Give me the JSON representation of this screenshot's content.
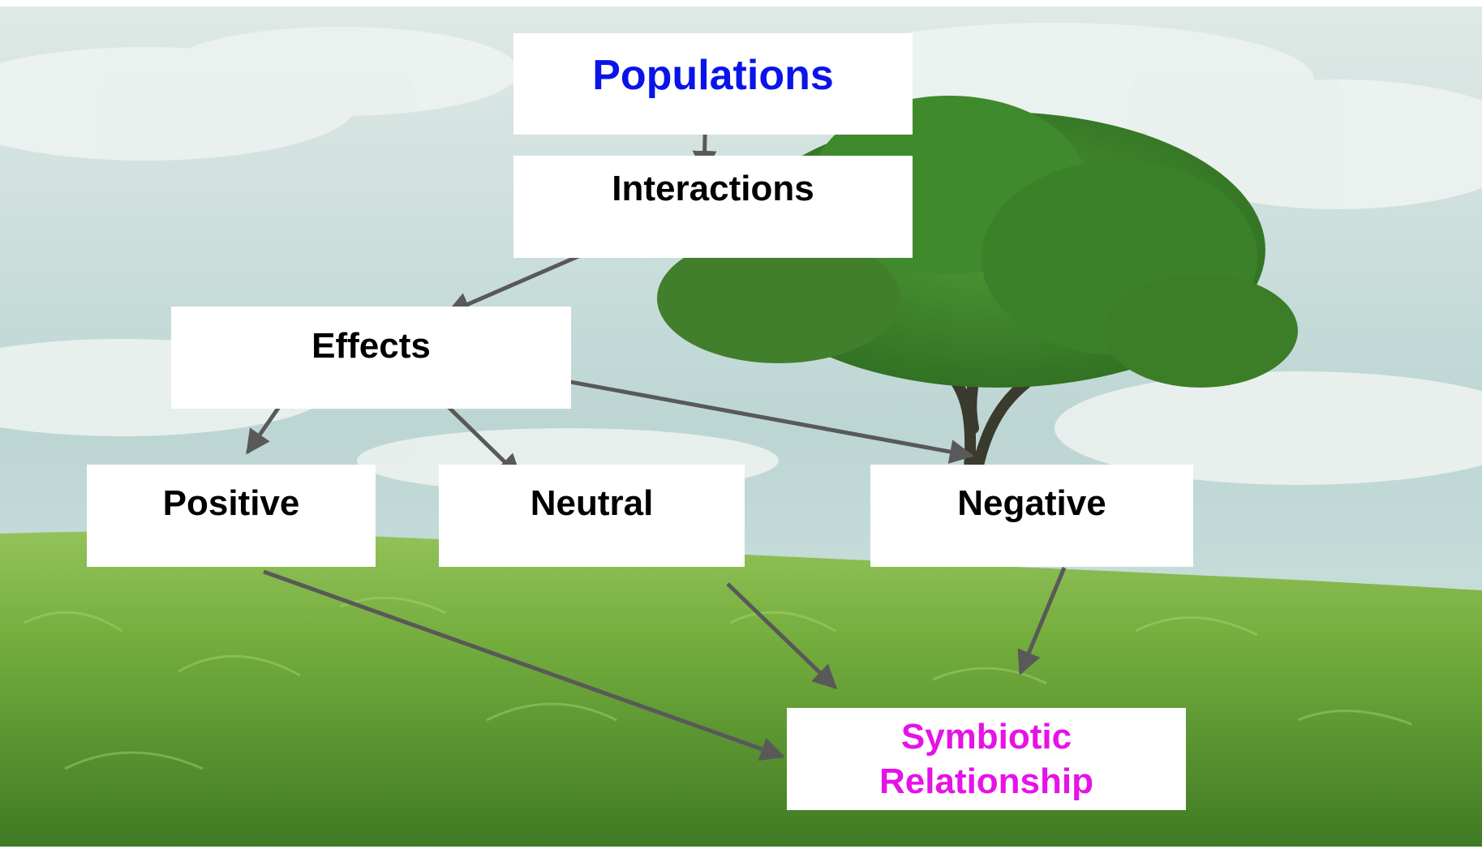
{
  "diagram": {
    "nodes": {
      "populations": {
        "label": "Populations",
        "color": "#0a14e8"
      },
      "interactions": {
        "label": "Interactions",
        "color": "#000000"
      },
      "effects": {
        "label": "Effects",
        "color": "#000000"
      },
      "positive": {
        "label": "Positive",
        "color": "#000000"
      },
      "neutral": {
        "label": "Neutral",
        "color": "#000000"
      },
      "negative": {
        "label": "Negative",
        "color": "#000000"
      },
      "symbiotic": {
        "line1": "Symbiotic",
        "line2": "Relationship",
        "color": "#e612e6"
      }
    },
    "edges": [
      {
        "from": "populations",
        "to": "interactions"
      },
      {
        "from": "interactions",
        "to": "effects"
      },
      {
        "from": "effects",
        "to": "positive"
      },
      {
        "from": "effects",
        "to": "neutral"
      },
      {
        "from": "effects",
        "to": "negative"
      },
      {
        "from": "positive",
        "to": "symbiotic"
      },
      {
        "from": "neutral",
        "to": "symbiotic"
      },
      {
        "from": "negative",
        "to": "symbiotic"
      }
    ],
    "colors": {
      "arrow": "#595959",
      "sky": "#c9dedd",
      "grass": "#6fa83a",
      "tree_foliage": "#3f8a2c",
      "tree_trunk": "#3a3a2e"
    },
    "background_image": "grass-field-with-tree"
  }
}
